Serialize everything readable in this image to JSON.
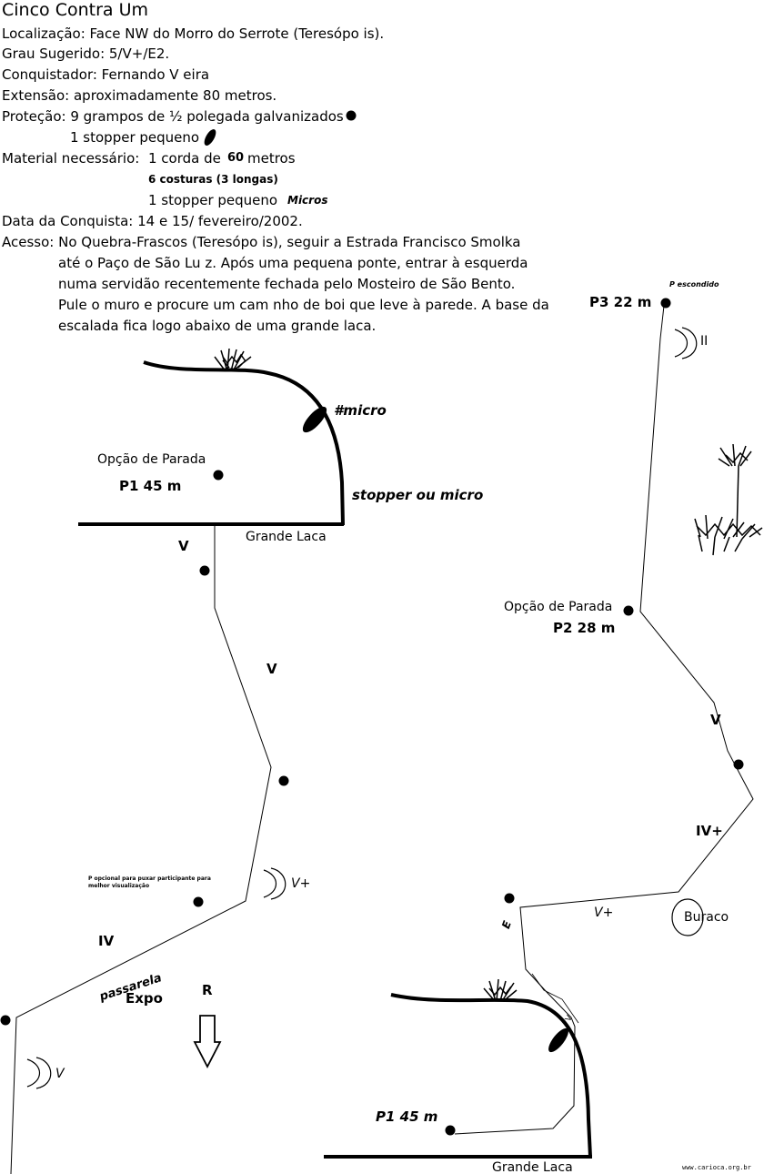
{
  "header": {
    "title": "Cinco Contra Um",
    "localizacao": "Localização: Face NW do Morro do Serrote (Teresópo is).",
    "grau": "Grau Sugerido: 5/V+/E2.",
    "conquistador": "Conquistador: Fernando V eira",
    "extensao": "Extensão: aproximadamente 80 metros.",
    "protecao_1": "Proteção: 9 grampos de ½ polegada galvanizados",
    "protecao_2": "1 stopper pequeno",
    "material_label": "Material necessário:",
    "material_1a": "1 corda de",
    "material_1b": "60",
    "material_1c": "metros",
    "material_2": "6 costuras (3 longas)",
    "material_3": "1 stopper pequeno",
    "material_3b": "Micros",
    "data": "Data da Conquista: 14 e 15/ fevereiro/2002.",
    "acesso_1": "Acesso: No Quebra-Frascos (Teresópo is), seguir a Estrada Francisco Smolka",
    "acesso_2": "até o Paço de São Lu z. Após uma pequena ponte, entrar à esquerda",
    "acesso_3": "numa servidão recentemente fechada pelo Mosteiro de São Bento.",
    "acesso_4": "Pule o muro e procure um cam nho de boi que leve à parede. A base da",
    "acesso_5": "escalada fica logo abaixo de uma grande laca."
  },
  "left_topo": {
    "micro": "#micro",
    "opcao": "Opção de Parada",
    "p1": "P1 45 m",
    "stopper": "stopper ou micro",
    "grande_laca": "Grande Laca",
    "grade_v1": "V",
    "grade_v2": "V",
    "p_opcional_1": "P opcional para puxar participante para",
    "p_opcional_2": "melhor visualização",
    "grade_vplus": "V+",
    "grade_iv": "IV",
    "passarela": "passarela",
    "expo": "Expo",
    "r": "R",
    "grade_v3": "V"
  },
  "right_topo": {
    "p_escondido": "P escondido",
    "p3": "P3 22 m",
    "grade_ii": "II",
    "opcao": "Opção de Parada",
    "p2": "P2 28 m",
    "grade_v": "V",
    "grade_ivplus": "IV+",
    "grade_vplus": "V+",
    "buraco": "Buraco",
    "e": "E",
    "p1": "P1 45 m",
    "grande_laca": "Grande Laca",
    "small_v": "V"
  },
  "footer": {
    "site": "www.carioca.org.br"
  }
}
